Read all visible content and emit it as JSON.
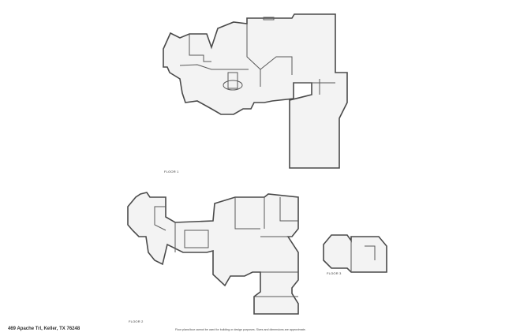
{
  "floors": [
    {
      "label": "FLOOR 1"
    },
    {
      "label": "FLOOR 2"
    },
    {
      "label": "FLOOR 3"
    }
  ],
  "footer": {
    "address": "469 Apache Trl, Keller, TX 76248",
    "disclaimer": "Floor plans/tour cannot be used for building or design purposes. Sizes and dimensions are approximate."
  },
  "colors": {
    "wall": "#4a4a4a",
    "floor_fill": "#f3f3f3"
  }
}
